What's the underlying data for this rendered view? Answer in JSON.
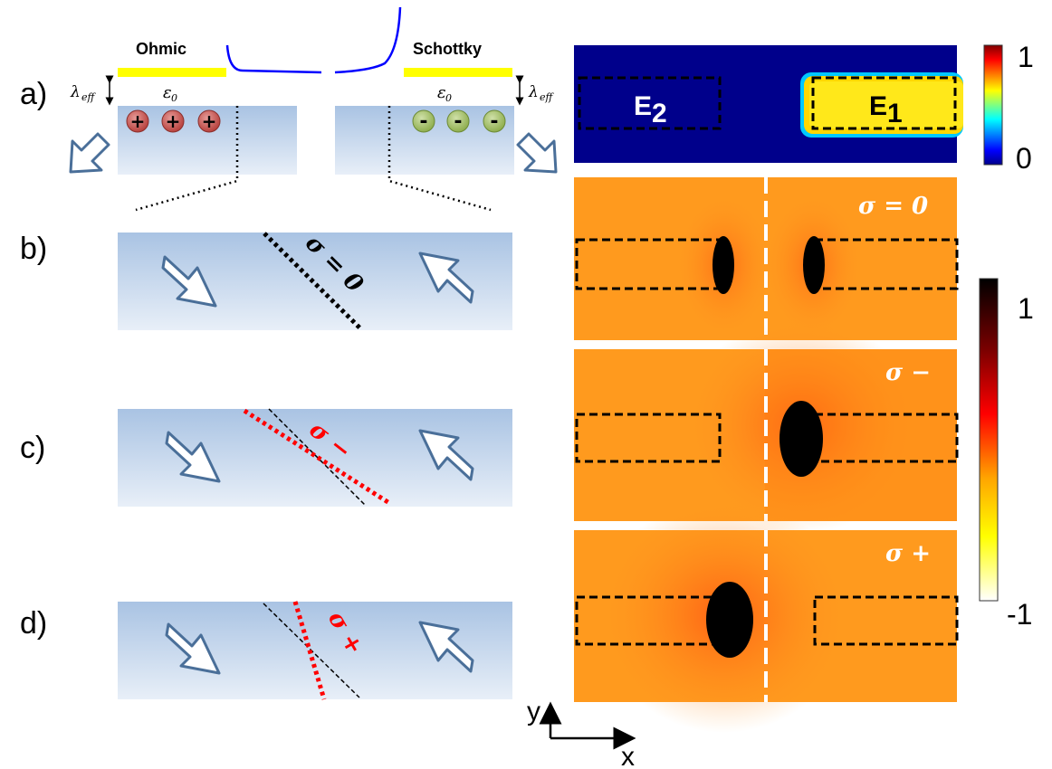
{
  "panels": {
    "a": "a)",
    "b": "b)",
    "c": "c)",
    "d": "d)"
  },
  "contacts": {
    "ohmic": "Ohmic",
    "schottky": "Schottky",
    "lambda": "λ",
    "lambda_sub": "eff",
    "epsilon": "ε",
    "epsilon_sub": "0",
    "plus": "+",
    "minus": "-"
  },
  "walls": {
    "b": "σ = 0",
    "c": "σ −",
    "d": "σ +"
  },
  "maps": {
    "top_e2": "E",
    "top_e2_sub": "2",
    "top_e1": "E",
    "top_e1_sub": "1",
    "label_b": "σ = 0",
    "label_c": "σ −",
    "label_d": "σ +"
  },
  "colorbars": {
    "top_max": "1",
    "top_min": "0",
    "bottom_max": "1",
    "bottom_min": "-1"
  },
  "axes": {
    "x": "x",
    "y": "y"
  },
  "colors": {
    "ohmic_charge": "#c0504d",
    "schottky_charge": "#9bbb59",
    "electrode": "#ffff00",
    "potential_line": "#0000ff",
    "domain_fill": "#bcd2ea",
    "map_orange": "#ff9a1e",
    "wall_red": "#ff0000"
  }
}
